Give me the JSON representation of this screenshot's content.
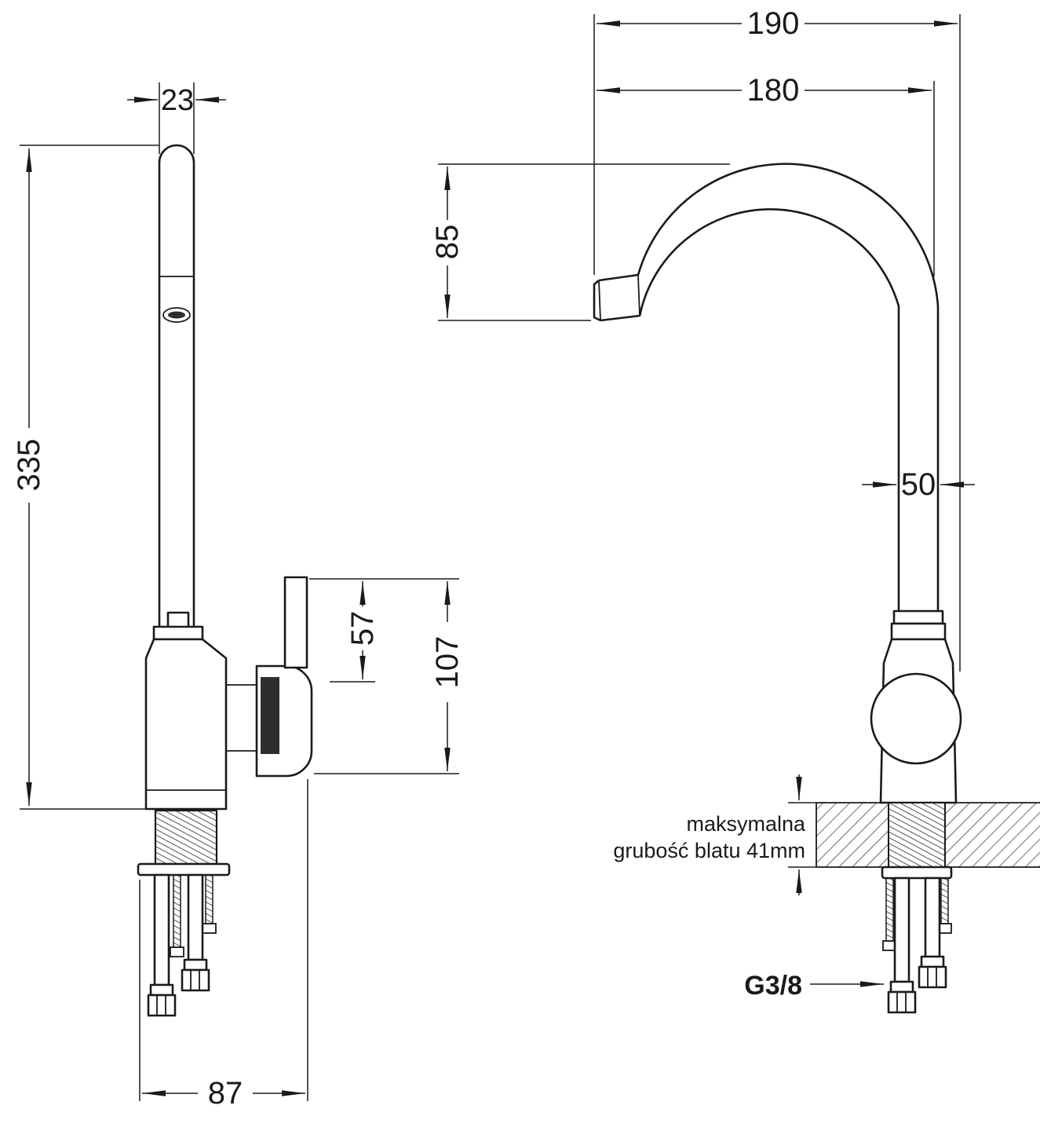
{
  "side_view": {
    "dims": {
      "spout_width": "23",
      "total_height": "335",
      "lever_height": "57",
      "handle_height": "107",
      "base_width": "87"
    }
  },
  "front_view": {
    "dims": {
      "reach_outer": "190",
      "reach_inner": "180",
      "spout_drop": "85",
      "pipe_width": "50"
    },
    "counter_note": {
      "line1": "maksymalna",
      "line2": "grubość blatu 41mm"
    },
    "thread_label": "G3/8"
  },
  "colors": {
    "line": "#1a1a1a",
    "background": "#ffffff"
  }
}
